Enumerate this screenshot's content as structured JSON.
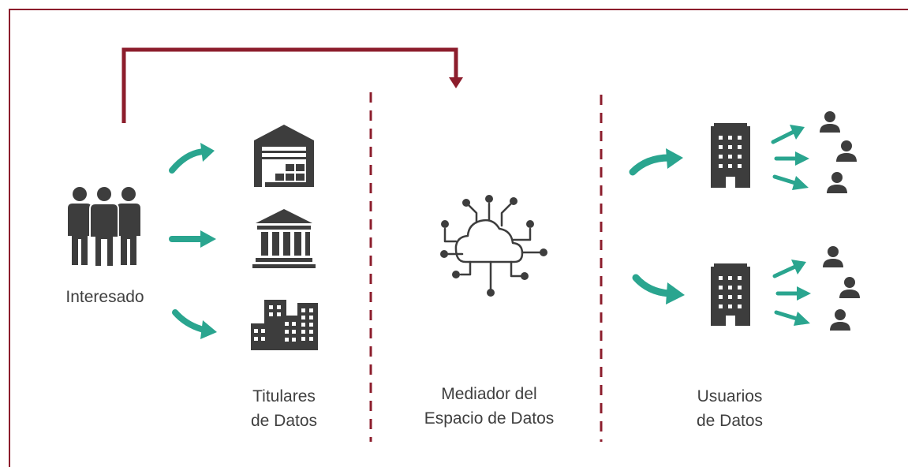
{
  "labels": {
    "interesado": "Interesado",
    "titulares": [
      "Titulares",
      "de Datos"
    ],
    "mediador": [
      "Mediador del",
      "Espacio de Datos"
    ],
    "usuarios": [
      "Usuarios",
      "de Datos"
    ]
  },
  "icons": {
    "interesado": "people-group-icon",
    "holders": [
      "warehouse-icon",
      "bank-icon",
      "city-buildings-icon"
    ],
    "mediator": "cloud-network-icon",
    "users": [
      "office-building-icon",
      "person-icon"
    ]
  },
  "colors": {
    "frame": "#8c1d2c",
    "accent_arrow": "#2aa58f",
    "icon": "#3d3d3d",
    "text": "#3f3f3f"
  }
}
